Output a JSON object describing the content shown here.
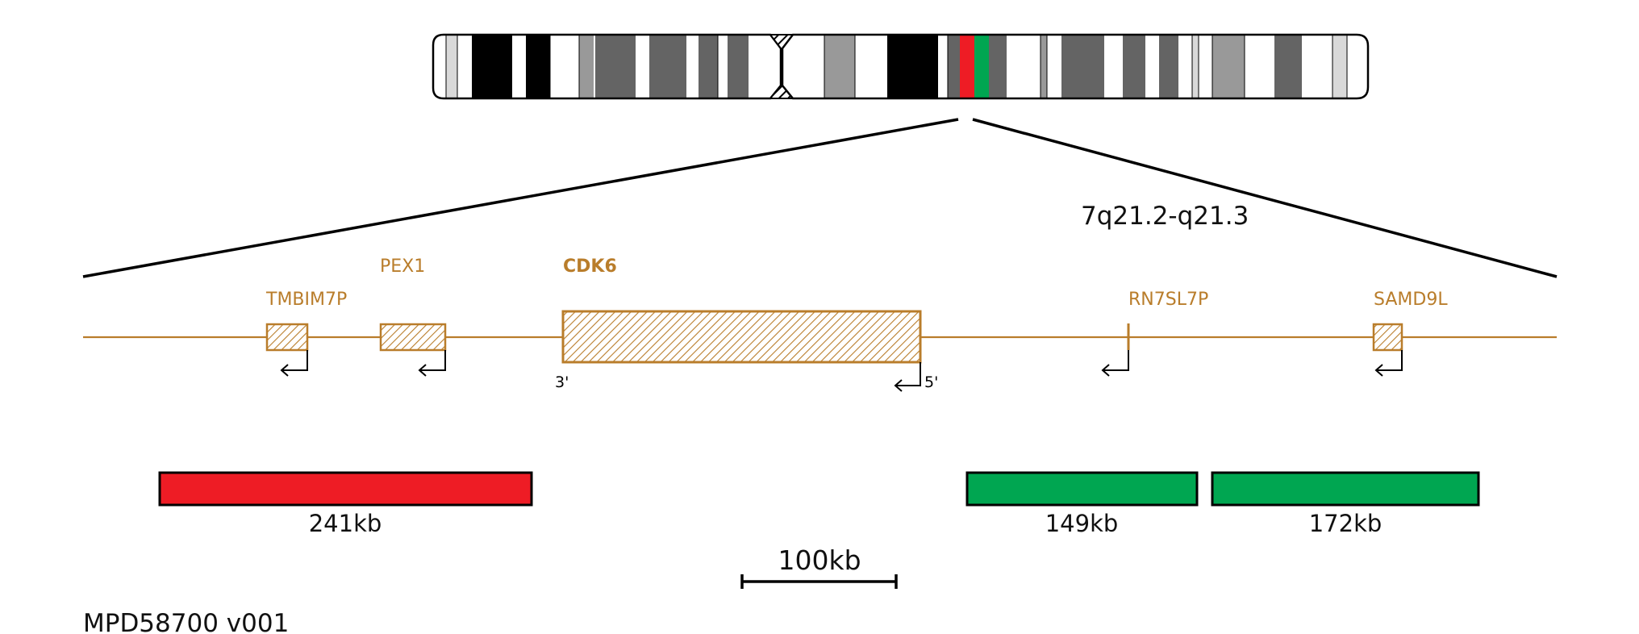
{
  "region": "7q21.2-q21.3",
  "product_code": "MPD58700 v001",
  "scale_bar": "100kb",
  "colors": {
    "gene": "#b97d2b",
    "probe_red": "#ee1c25",
    "probe_green": "#00a651"
  },
  "genes": [
    {
      "name": "TMBIM7P",
      "bold": false
    },
    {
      "name": "PEX1",
      "bold": false
    },
    {
      "name": "CDK6",
      "bold": true
    },
    {
      "name": "RN7SL7P",
      "bold": false
    },
    {
      "name": "SAMD9L",
      "bold": false
    }
  ],
  "gene_ends": {
    "three_prime": "3'",
    "five_prime": "5'"
  },
  "probes": [
    {
      "label": "241kb",
      "color": "red"
    },
    {
      "label": "149kb",
      "color": "green"
    },
    {
      "label": "172kb",
      "color": "green"
    }
  ]
}
